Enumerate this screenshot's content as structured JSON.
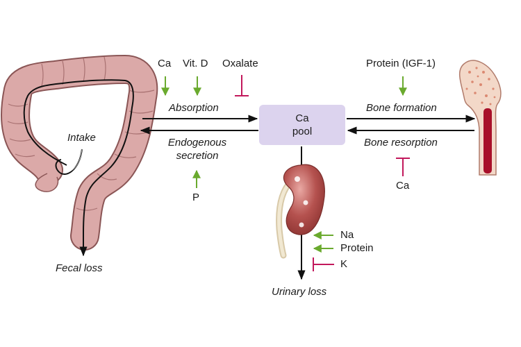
{
  "colors": {
    "promote": "#6aaa2e",
    "inhibit": "#c2185b",
    "pool_fill": "#dcd3ee",
    "intestine": "#dba9a8",
    "kidney": "#b5524f",
    "bone_marrow": "#a8102a"
  },
  "pool": {
    "line1": "Ca",
    "line2": "pool"
  },
  "gut": {
    "intake": "Intake",
    "absorption": "Absorption",
    "endogenous_line1": "Endogenous",
    "endogenous_line2": "secretion",
    "fecal_loss": "Fecal loss",
    "absorption_promoters": [
      "Ca",
      "Vit. D"
    ],
    "absorption_inhibitor": "Oxalate",
    "secretion_promoter": "P"
  },
  "bone": {
    "formation": "Bone formation",
    "resorption": "Bone resorption",
    "formation_promoter": "Protein (IGF-1)",
    "resorption_inhibitor": "Ca"
  },
  "kidney": {
    "urinary_loss": "Urinary loss",
    "promoters": [
      "Na",
      "Protein"
    ],
    "inhibitor": "K"
  }
}
